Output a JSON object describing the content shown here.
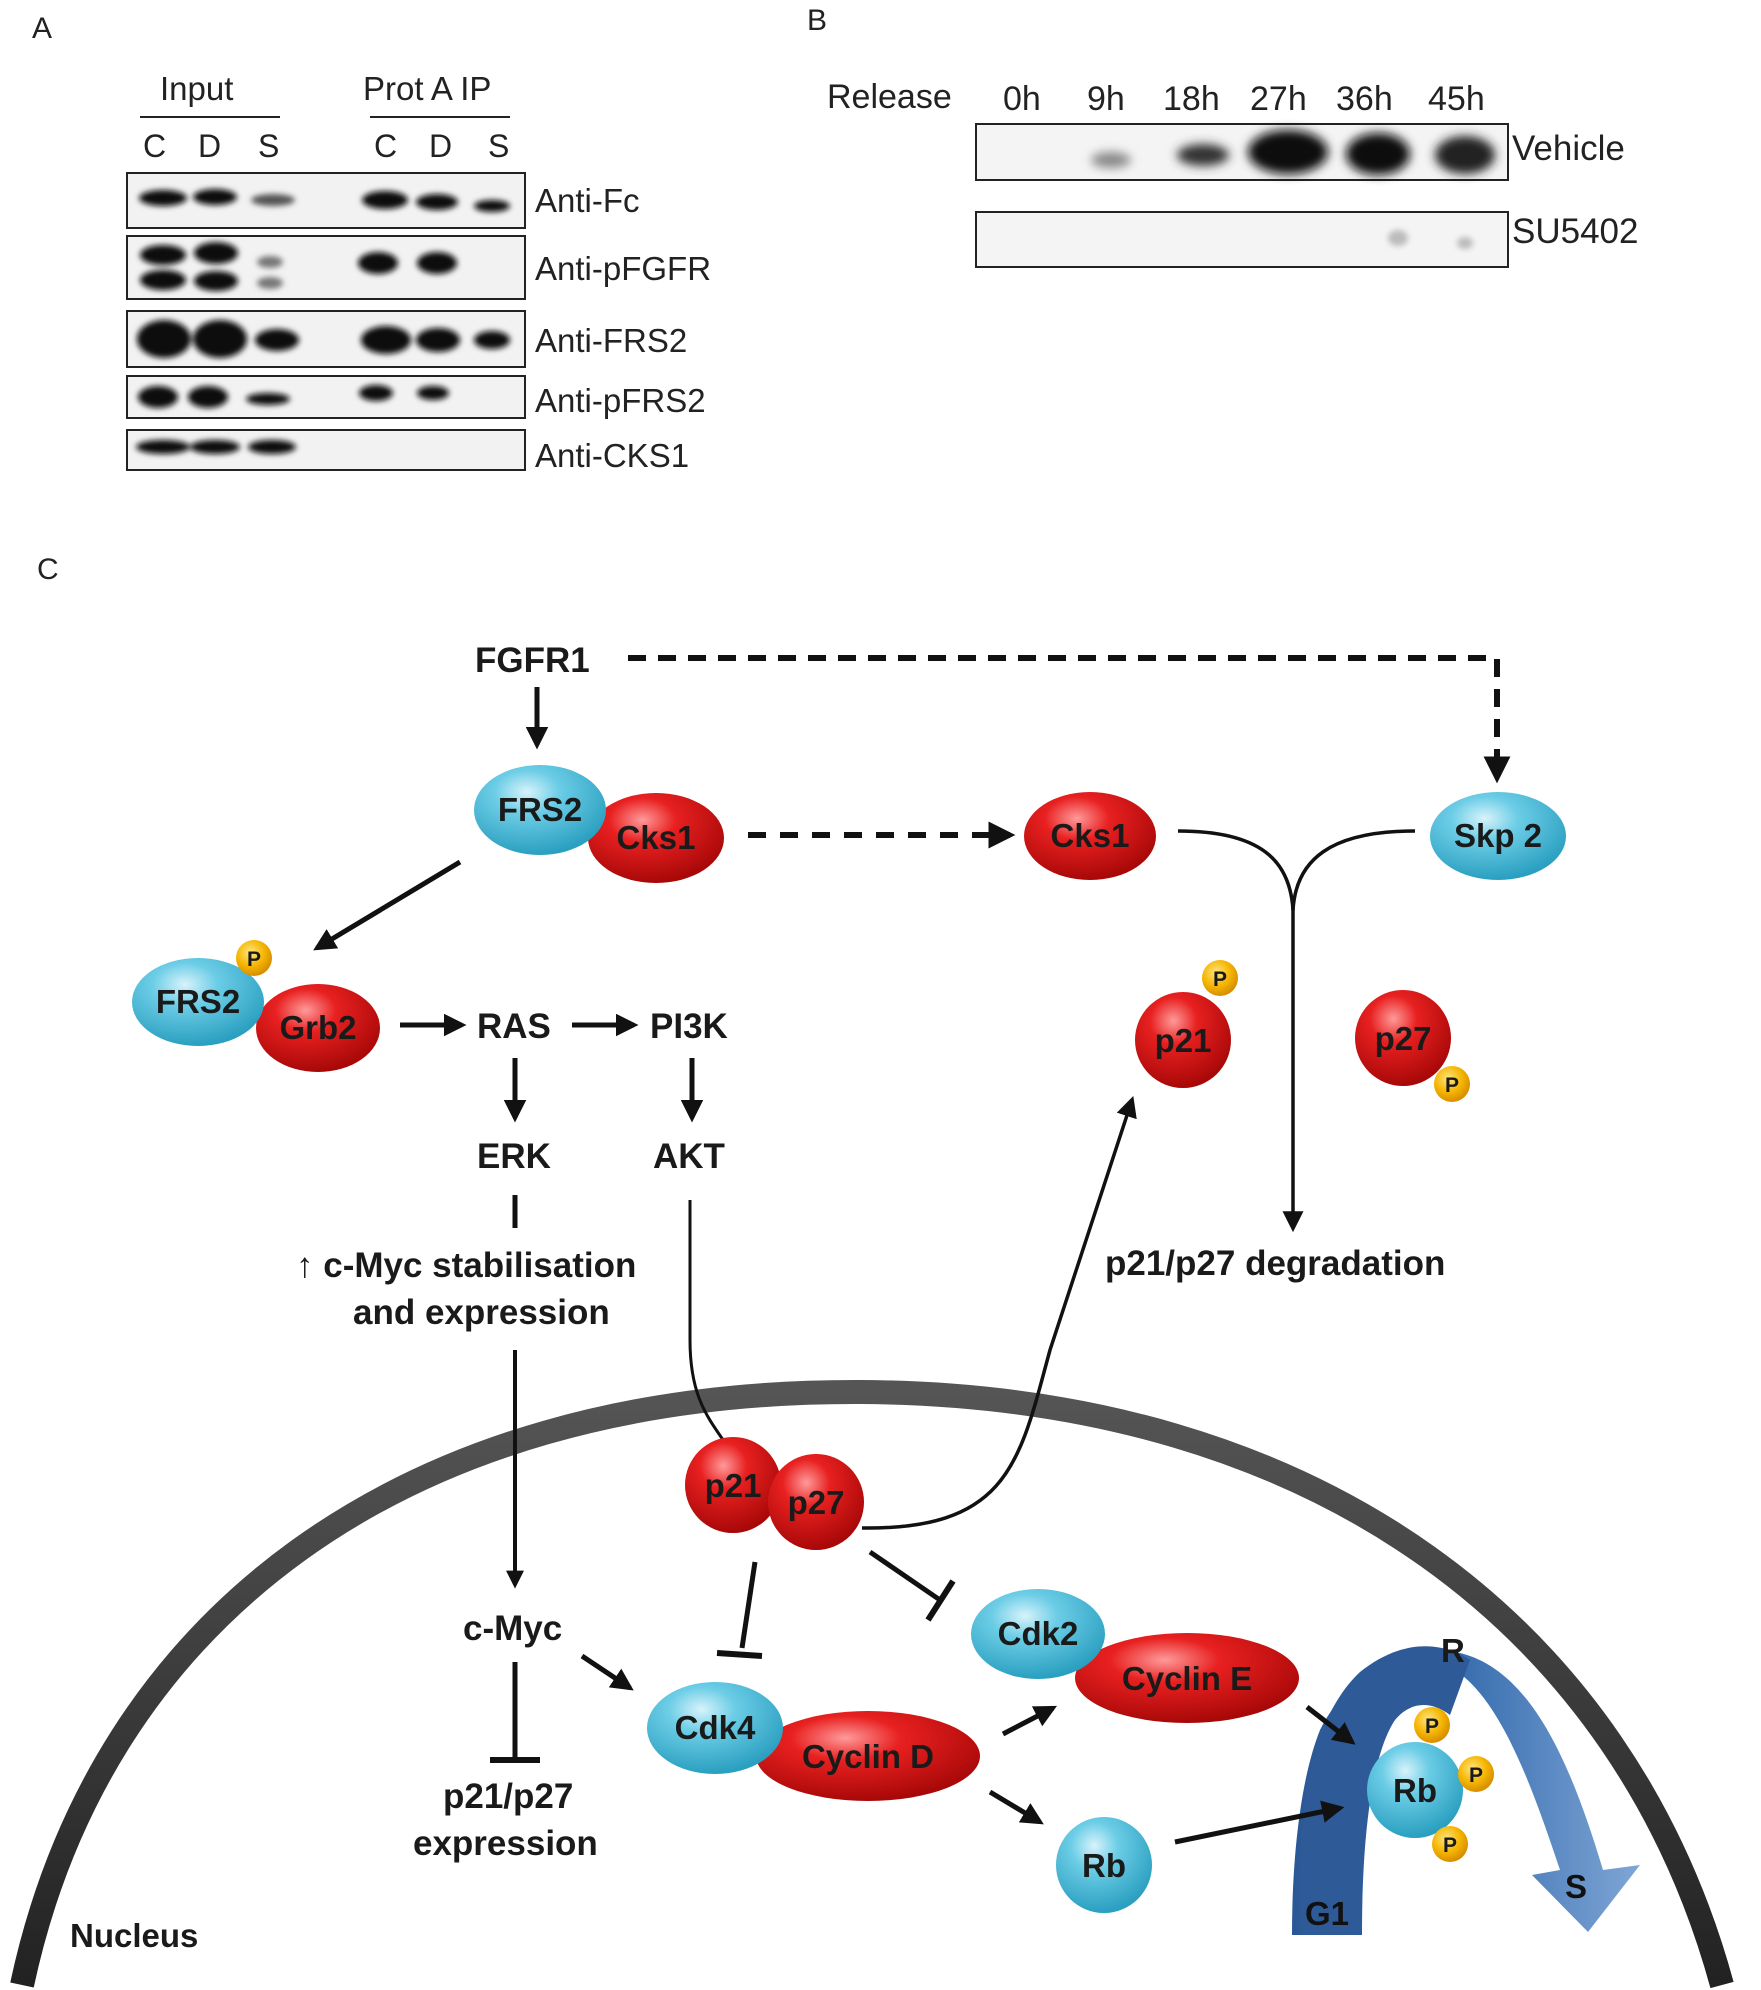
{
  "panels": {
    "a": "A",
    "b": "B",
    "c": "C"
  },
  "panel_a": {
    "group_input": "Input",
    "group_ip": "Prot A IP",
    "lanes": [
      "C",
      "D",
      "S",
      "C",
      "D",
      "S"
    ],
    "rows": [
      "Anti-Fc",
      "Anti-pFGFR",
      "Anti-FRS2",
      "Anti-pFRS2",
      "Anti-CKS1"
    ]
  },
  "panel_b": {
    "release_label": "Release",
    "times": [
      "0h",
      "9h",
      "18h",
      "27h",
      "36h",
      "45h"
    ],
    "rows": [
      "Vehicle",
      "SU5402"
    ]
  },
  "panel_c": {
    "fgfr1": "FGFR1",
    "frs2_top": "FRS2",
    "cks1_bound": "Cks1",
    "cks1_free": "Cks1",
    "skp2": "Skp 2",
    "frs2_p": "FRS2",
    "grb2": "Grb2",
    "phospho": "P",
    "ras": "RAS",
    "pi3k": "PI3K",
    "erk": "ERK",
    "akt": "AKT",
    "myc_stab_line1": "↑ c-Myc stabilisation",
    "myc_stab_line2": "and expression",
    "p21_free": "p21",
    "p27_free": "p27",
    "degradation": "p21/p27 degradation",
    "p21_nuc": "p21",
    "p27_nuc": "p27",
    "cmyc": "c-Myc",
    "expr_line1": "p21/p27",
    "expr_line2": "expression",
    "cdk2": "Cdk2",
    "cyclin_e": "Cyclin E",
    "cdk4": "Cdk4",
    "cyclin_d": "Cyclin D",
    "rb_free": "Rb",
    "rb_phos": "Rb",
    "r_point": "R",
    "g1": "G1",
    "s_phase": "S",
    "nucleus": "Nucleus"
  },
  "colors": {
    "blue_protein": "#5cc6e0",
    "red_protein": "#e31b1b",
    "phospho": "#f5b800",
    "cycle_arrow": "#2f5f9e",
    "membrane": "#333333"
  }
}
